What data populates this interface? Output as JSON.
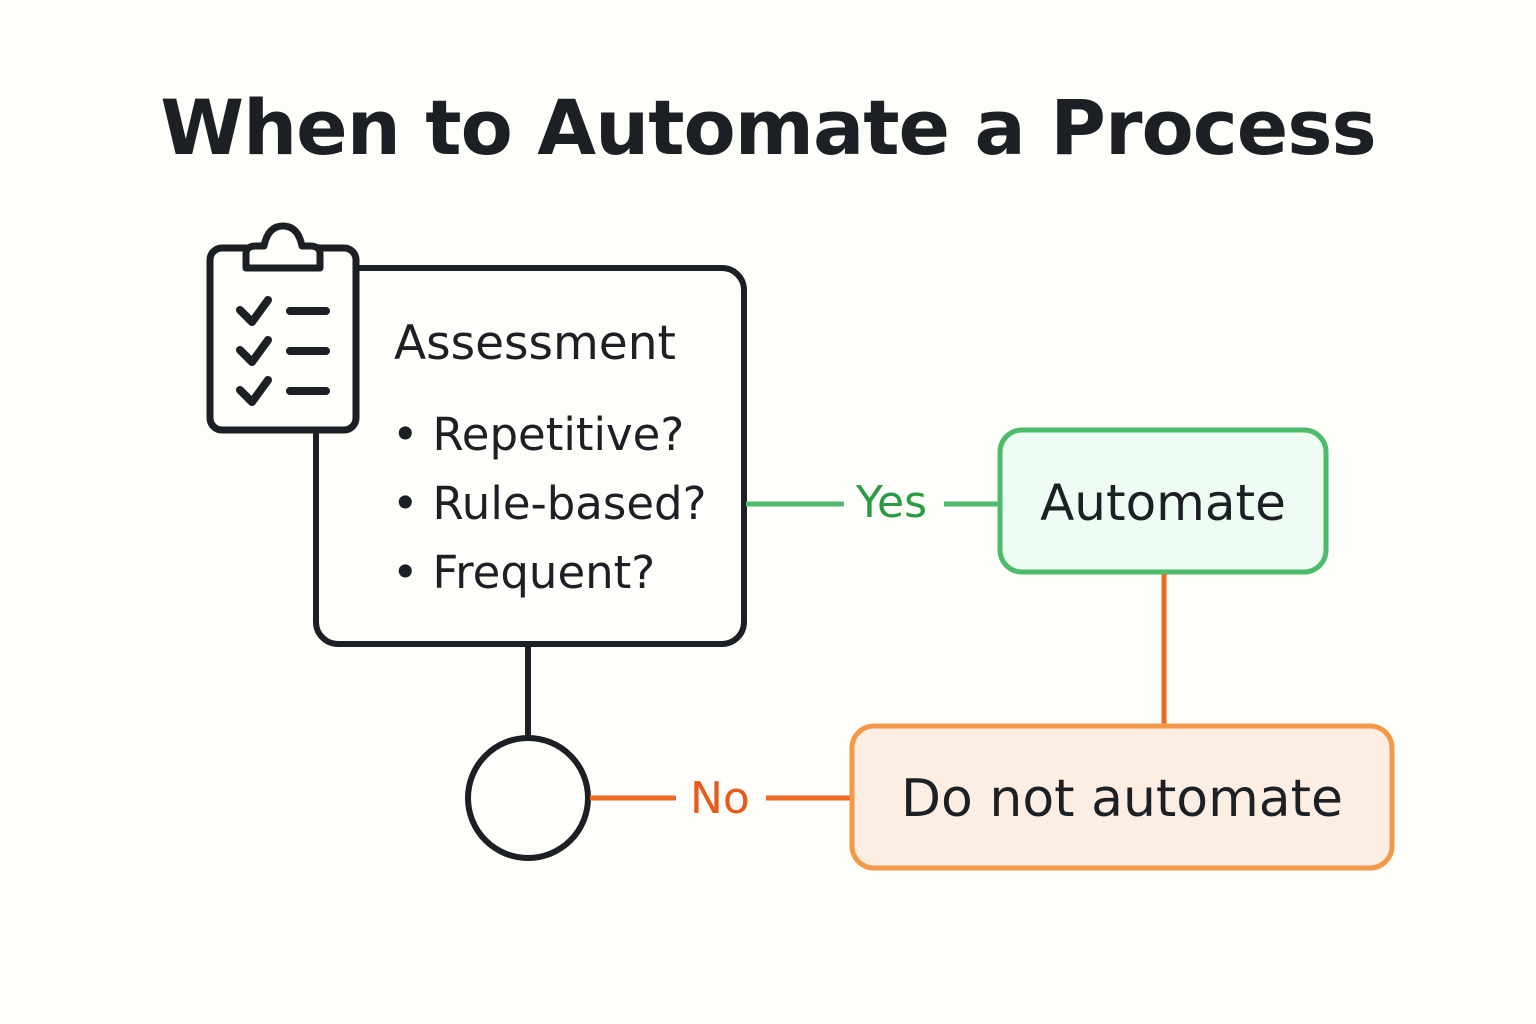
{
  "title": "When to Automate a Process",
  "assessment": {
    "heading": "Assessment",
    "criteria": [
      "Repetitive?",
      "Rule-based?",
      "Frequent?"
    ]
  },
  "branches": {
    "yes": "Yes",
    "no": "No"
  },
  "outcomes": {
    "automate": "Automate",
    "do_not_automate": "Do not automate"
  },
  "icons": {
    "assessment": "clipboard-checklist-icon",
    "decision": "decision-circle"
  },
  "colors": {
    "ink": "#1c1f24",
    "yes": "#4cbb6a",
    "yes_text": "#2a9a45",
    "yes_fill": "#eefcf3",
    "no": "#ee6a24",
    "no_text": "#e85a1a",
    "no_box_stroke": "#f39a4a",
    "no_fill": "#fdeee3",
    "background": "#fdfdf9"
  }
}
